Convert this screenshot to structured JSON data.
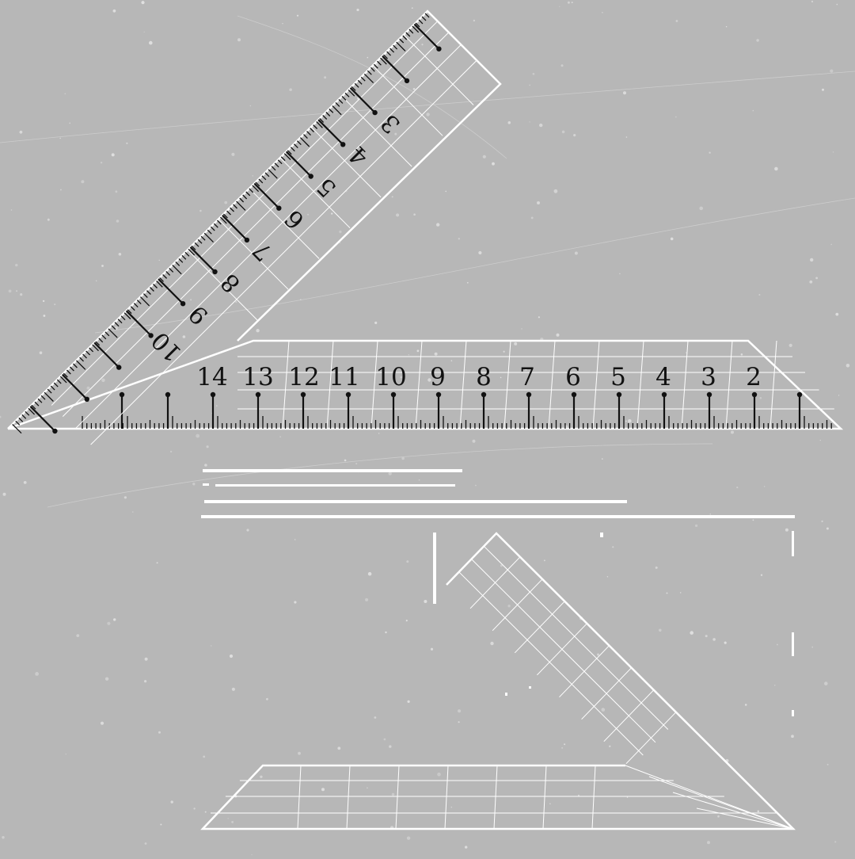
{
  "colors": {
    "background": "#b7b7b7",
    "wire": "#ffffff",
    "ink": "#111111"
  },
  "horizontal_ruler": {
    "labels": [
      "14",
      "13",
      "12",
      "11",
      "10",
      "9",
      "8",
      "7",
      "6",
      "5",
      "4",
      "3",
      "2"
    ]
  },
  "diagonal_ruler": {
    "labels": [
      "10",
      "9",
      "8",
      "7",
      "6",
      "5",
      "4",
      "3"
    ]
  },
  "icons": [
    "ruler-icon",
    "square-ruler-wireframe-icon"
  ]
}
